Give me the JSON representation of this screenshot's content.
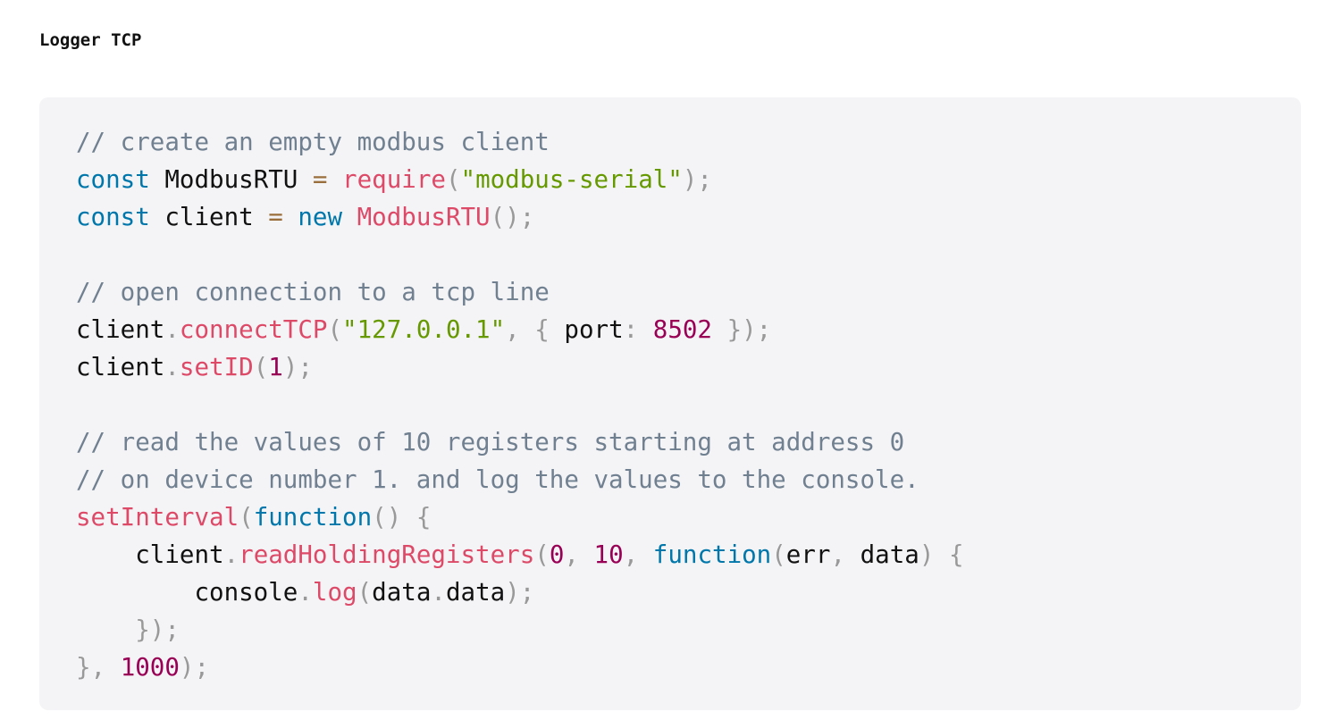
{
  "header": {
    "title": "Logger TCP"
  },
  "code_block": {
    "language": "javascript",
    "colors": {
      "background": "#f4f4f7",
      "comment": "#708090",
      "keyword": "#0077aa",
      "function": "#dd4a68",
      "string": "#669900",
      "number": "#990055",
      "punctuation": "#999999",
      "operator": "#9a6e3a",
      "plain": "#111111"
    },
    "lines": [
      [
        [
          "comment",
          "// create an empty modbus client"
        ]
      ],
      [
        [
          "keyword",
          "const"
        ],
        [
          "plain",
          " ModbusRTU "
        ],
        [
          "operator",
          "="
        ],
        [
          "plain",
          " "
        ],
        [
          "function",
          "require"
        ],
        [
          "punct",
          "("
        ],
        [
          "string",
          "\"modbus-serial\""
        ],
        [
          "punct",
          ");"
        ]
      ],
      [
        [
          "keyword",
          "const"
        ],
        [
          "plain",
          " client "
        ],
        [
          "operator",
          "="
        ],
        [
          "plain",
          " "
        ],
        [
          "keyword",
          "new"
        ],
        [
          "plain",
          " "
        ],
        [
          "function",
          "ModbusRTU"
        ],
        [
          "punct",
          "();"
        ]
      ],
      [],
      [
        [
          "comment",
          "// open connection to a tcp line"
        ]
      ],
      [
        [
          "plain",
          "client"
        ],
        [
          "punct",
          "."
        ],
        [
          "function",
          "connectTCP"
        ],
        [
          "punct",
          "("
        ],
        [
          "string",
          "\"127.0.0.1\""
        ],
        [
          "punct",
          ", {"
        ],
        [
          "plain",
          " port"
        ],
        [
          "punct",
          ":"
        ],
        [
          "plain",
          " "
        ],
        [
          "number",
          "8502"
        ],
        [
          "plain",
          " "
        ],
        [
          "punct",
          "});"
        ]
      ],
      [
        [
          "plain",
          "client"
        ],
        [
          "punct",
          "."
        ],
        [
          "function",
          "setID"
        ],
        [
          "punct",
          "("
        ],
        [
          "number",
          "1"
        ],
        [
          "punct",
          ");"
        ]
      ],
      [],
      [
        [
          "comment",
          "// read the values of 10 registers starting at address 0"
        ]
      ],
      [
        [
          "comment",
          "// on device number 1. and log the values to the console."
        ]
      ],
      [
        [
          "function",
          "setInterval"
        ],
        [
          "punct",
          "("
        ],
        [
          "keyword",
          "function"
        ],
        [
          "punct",
          "()"
        ],
        [
          "plain",
          " "
        ],
        [
          "punct",
          "{"
        ]
      ],
      [
        [
          "plain",
          "    client"
        ],
        [
          "punct",
          "."
        ],
        [
          "function",
          "readHoldingRegisters"
        ],
        [
          "punct",
          "("
        ],
        [
          "number",
          "0"
        ],
        [
          "punct",
          ","
        ],
        [
          "plain",
          " "
        ],
        [
          "number",
          "10"
        ],
        [
          "punct",
          ","
        ],
        [
          "plain",
          " "
        ],
        [
          "keyword",
          "function"
        ],
        [
          "punct",
          "("
        ],
        [
          "plain",
          "err"
        ],
        [
          "punct",
          ","
        ],
        [
          "plain",
          " data"
        ],
        [
          "punct",
          ")"
        ],
        [
          "plain",
          " "
        ],
        [
          "punct",
          "{"
        ]
      ],
      [
        [
          "plain",
          "        console"
        ],
        [
          "punct",
          "."
        ],
        [
          "function",
          "log"
        ],
        [
          "punct",
          "("
        ],
        [
          "plain",
          "data"
        ],
        [
          "punct",
          "."
        ],
        [
          "plain",
          "data"
        ],
        [
          "punct",
          ");"
        ]
      ],
      [
        [
          "plain",
          "    "
        ],
        [
          "punct",
          "});"
        ]
      ],
      [
        [
          "punct",
          "},"
        ],
        [
          "plain",
          " "
        ],
        [
          "number",
          "1000"
        ],
        [
          "punct",
          ");"
        ]
      ]
    ]
  }
}
